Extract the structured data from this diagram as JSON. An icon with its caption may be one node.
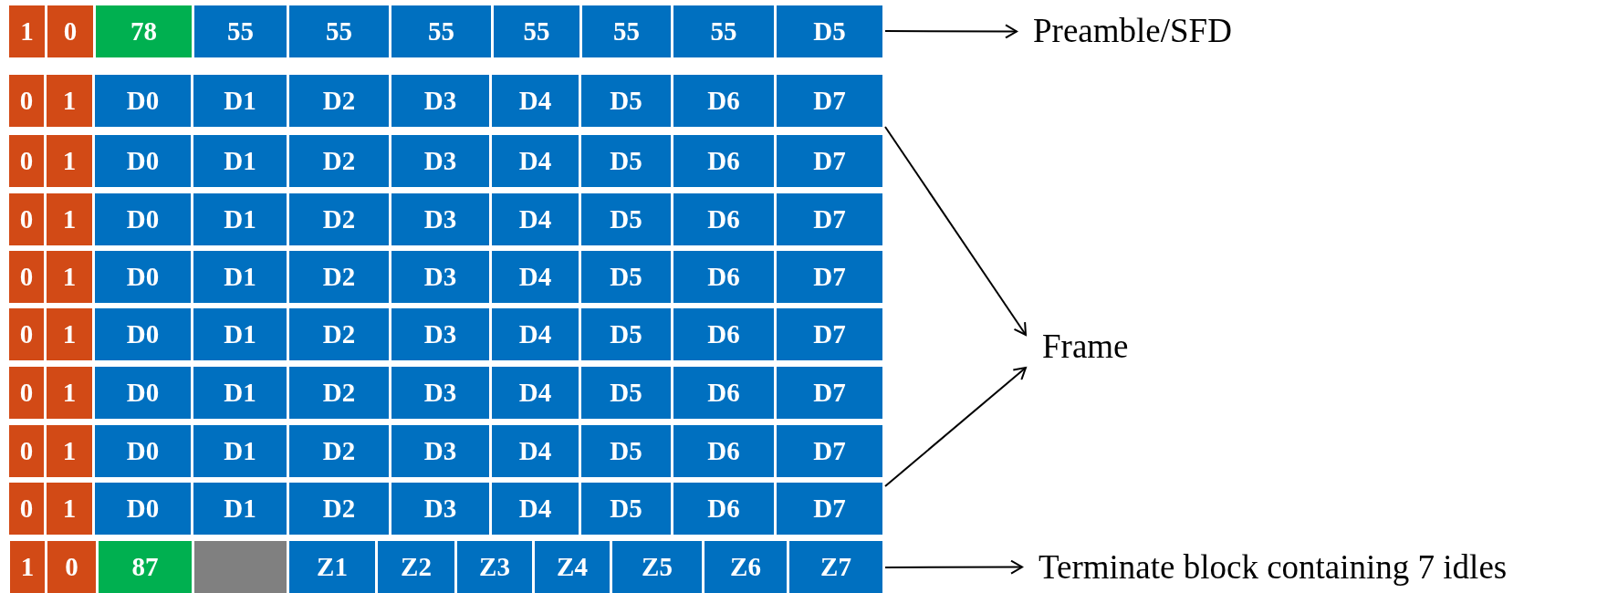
{
  "diagram": {
    "nodes": [
      {
        "text": [
          "1"
        ]
      },
      {
        "text": [
          "0"
        ]
      },
      {
        "text": [
          "78"
        ]
      },
      {
        "text": [
          "55"
        ]
      },
      {
        "text": [
          "55"
        ]
      },
      {
        "text": [
          "55"
        ]
      },
      {
        "text": [
          "55"
        ]
      },
      {
        "text": [
          "55"
        ]
      },
      {
        "text": [
          "55"
        ]
      },
      {
        "text": [
          "D5"
        ]
      },
      {
        "text": [
          "0"
        ]
      },
      {
        "text": [
          "1"
        ]
      },
      {
        "text": [
          "D0"
        ]
      },
      {
        "text": [
          "D1"
        ]
      },
      {
        "text": [
          "D2"
        ]
      },
      {
        "text": [
          "D3"
        ]
      },
      {
        "text": [
          "D4"
        ]
      },
      {
        "text": [
          "D5"
        ]
      },
      {
        "text": [
          "D6"
        ]
      },
      {
        "text": [
          "D7"
        ]
      },
      {
        "text": [
          "0"
        ]
      },
      {
        "text": [
          "1"
        ]
      },
      {
        "text": [
          "D0"
        ]
      },
      {
        "text": [
          "D1"
        ]
      },
      {
        "text": [
          "D2"
        ]
      },
      {
        "text": [
          "D3"
        ]
      },
      {
        "text": [
          "D4"
        ]
      },
      {
        "text": [
          "D5"
        ]
      },
      {
        "text": [
          "D6"
        ]
      },
      {
        "text": [
          "D7"
        ]
      },
      {
        "text": [
          "0"
        ]
      },
      {
        "text": [
          "1"
        ]
      },
      {
        "text": [
          "D0"
        ]
      },
      {
        "text": [
          "D1"
        ]
      },
      {
        "text": [
          "D2"
        ]
      },
      {
        "text": [
          "D3"
        ]
      },
      {
        "text": [
          "D4"
        ]
      },
      {
        "text": [
          "D5"
        ]
      },
      {
        "text": [
          "D6"
        ]
      },
      {
        "text": [
          "D7"
        ]
      },
      {
        "text": [
          "0"
        ]
      },
      {
        "text": [
          "1"
        ]
      },
      {
        "text": [
          "D0"
        ]
      },
      {
        "text": [
          "D1"
        ]
      },
      {
        "text": [
          "D2"
        ]
      },
      {
        "text": [
          "D3"
        ]
      },
      {
        "text": [
          "D4"
        ]
      },
      {
        "text": [
          "D5"
        ]
      },
      {
        "text": [
          "D6"
        ]
      },
      {
        "text": [
          "D7"
        ]
      },
      {
        "text": [
          "0"
        ]
      },
      {
        "text": [
          "1"
        ]
      },
      {
        "text": [
          "D0"
        ]
      },
      {
        "text": [
          "D1"
        ]
      },
      {
        "text": [
          "D2"
        ]
      },
      {
        "text": [
          "D3"
        ]
      },
      {
        "text": [
          "D4"
        ]
      },
      {
        "text": [
          "D5"
        ]
      },
      {
        "text": [
          "D6"
        ]
      },
      {
        "text": [
          "D7"
        ]
      },
      {
        "text": [
          "0"
        ]
      },
      {
        "text": [
          "1"
        ]
      },
      {
        "text": [
          "D0"
        ]
      },
      {
        "text": [
          "D1"
        ]
      },
      {
        "text": [
          "D2"
        ]
      },
      {
        "text": [
          "D3"
        ]
      },
      {
        "text": [
          "D4"
        ]
      },
      {
        "text": [
          "D5"
        ]
      },
      {
        "text": [
          "D6"
        ]
      },
      {
        "text": [
          "D7"
        ]
      },
      {
        "text": [
          "0"
        ]
      },
      {
        "text": [
          "1"
        ]
      },
      {
        "text": [
          "D0"
        ]
      },
      {
        "text": [
          "D1"
        ]
      },
      {
        "text": [
          "D2"
        ]
      },
      {
        "text": [
          "D3"
        ]
      },
      {
        "text": [
          "D4"
        ]
      },
      {
        "text": [
          "D5"
        ]
      },
      {
        "text": [
          "D6"
        ]
      },
      {
        "text": [
          "D7"
        ]
      },
      {
        "text": [
          "0"
        ]
      },
      {
        "text": [
          "1"
        ]
      },
      {
        "text": [
          "D0"
        ]
      },
      {
        "text": [
          "D1"
        ]
      },
      {
        "text": [
          "D2"
        ]
      },
      {
        "text": [
          "D3"
        ]
      },
      {
        "text": [
          "D4"
        ]
      },
      {
        "text": [
          "D5"
        ]
      },
      {
        "text": [
          "D6"
        ]
      },
      {
        "text": [
          "D7"
        ]
      },
      {
        "text": [
          "1"
        ]
      },
      {
        "text": [
          "0"
        ]
      },
      {
        "text": [
          "87"
        ]
      },
      {
        "text": [],
        "shape": "box"
      },
      {
        "text": [
          "Z1"
        ]
      },
      {
        "text": [
          "Z2"
        ]
      },
      {
        "text": [
          "Z3"
        ]
      },
      {
        "text": [
          "Z4"
        ]
      },
      {
        "text": [
          "Z5"
        ]
      },
      {
        "text": [
          "Z6"
        ]
      },
      {
        "text": [
          "Z7"
        ]
      },
      {
        "text": [
          "Preamble/SFD"
        ]
      },
      {
        "text": [
          "Frame"
        ]
      },
      {
        "text": [
          "Terminate block containing 7 idles"
        ]
      }
    ],
    "edges": [
      {
        "from": 9,
        "to": 101,
        "arrow": "to"
      },
      {
        "from": 19,
        "to": 102,
        "arrow": "to"
      },
      {
        "from": 89,
        "to": 102,
        "arrow": "to"
      },
      {
        "from": 100,
        "to": 103,
        "arrow": "to"
      }
    ]
  }
}
